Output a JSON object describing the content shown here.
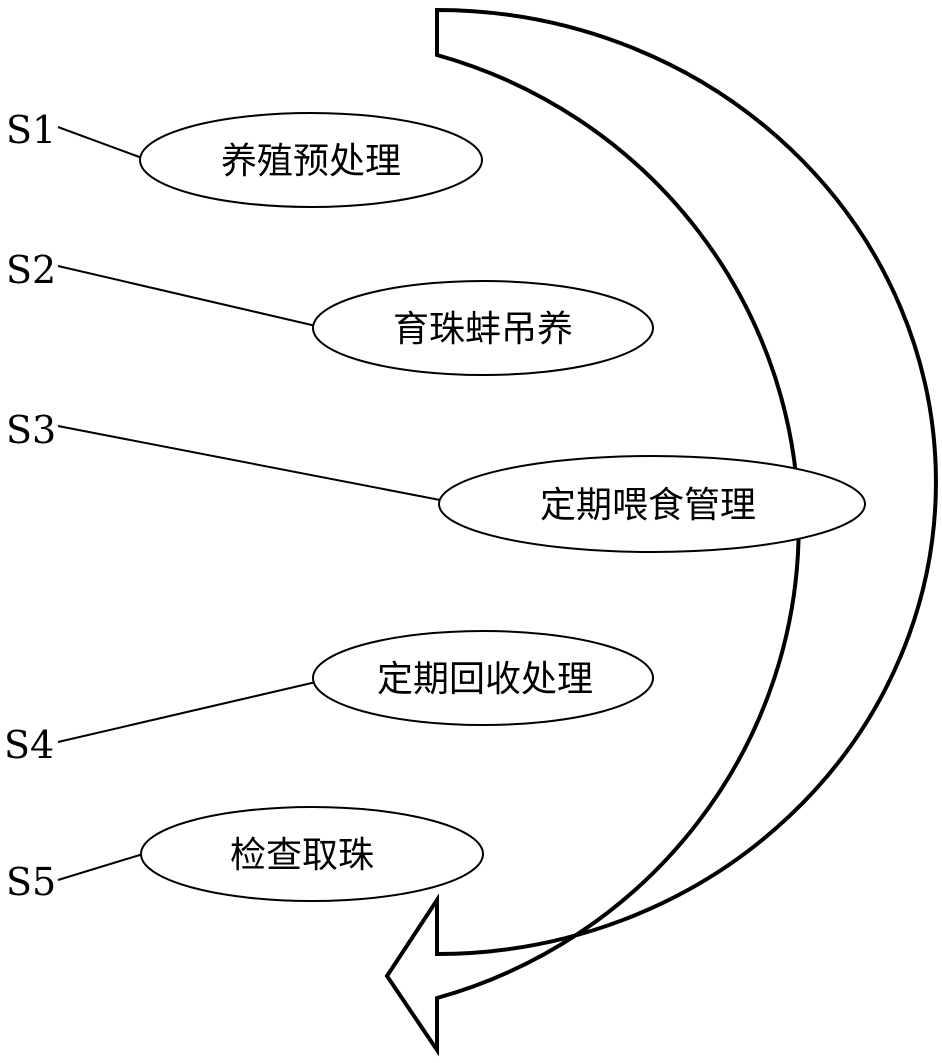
{
  "diagram": {
    "stroke_color": "#000000",
    "fill_color": "#ffffff",
    "arrow_direction": "clockwise",
    "steps": [
      {
        "label": "S1",
        "text": "养殖预处理"
      },
      {
        "label": "S2",
        "text": "育珠蚌吊养"
      },
      {
        "label": "S3",
        "text": "定期喂食管理"
      },
      {
        "label": "S4",
        "text": "定期回收处理"
      },
      {
        "label": "S5",
        "text": "检查取珠"
      }
    ]
  }
}
